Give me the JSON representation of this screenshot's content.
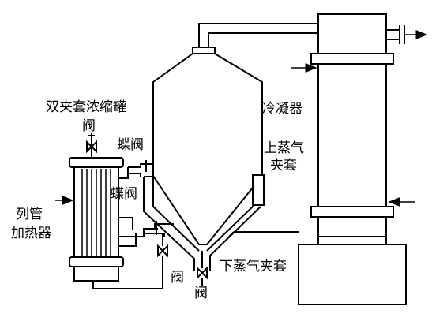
{
  "labels": {
    "concentration_tank": "双夹套浓缩罐",
    "butterfly_valve_top": "蝶阀",
    "upper_steam": "上蒸气",
    "jacket": "夹套",
    "condenser": "冷凝器",
    "valve_top": "阀",
    "butterfly_valve_mid": "蝶阀",
    "tube_heater_line1": "列管",
    "tube_heater_line2": "加热器",
    "lower_steam_jacket": "下蒸气夹套",
    "valve_mid": "阀",
    "valve_bottom": "阀"
  }
}
